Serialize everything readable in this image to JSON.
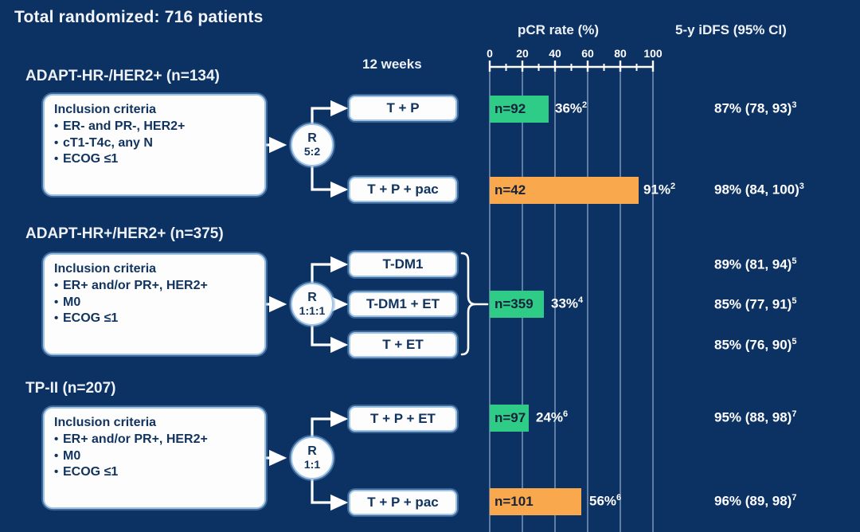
{
  "header": {
    "total_randomized": "Total randomized: 716 patients",
    "weeks_label": "12 weeks",
    "pcr_header": "pCR rate (%)",
    "idfs_header": "5-y iDFS (95% CI)"
  },
  "colors": {
    "background": "#0c3163",
    "green_bar": "#2ecc87",
    "orange_bar": "#f9a84d",
    "box_fill": "#fdfdfd",
    "box_border": "#9fc4e6",
    "box_text": "#10335f",
    "text": "#ffffff"
  },
  "axis": {
    "ticks": [
      "0",
      "20",
      "40",
      "60",
      "80",
      "100"
    ],
    "min": 0,
    "max": 100,
    "minor_step": 10,
    "major_step": 20
  },
  "sections": [
    {
      "title": "ADAPT-HR-/HER2+ (n=134)",
      "criteria_title": "Inclusion criteria",
      "criteria": [
        "ER- and PR-, HER2+",
        "cT1-T4c, any N",
        "ECOG ≤1"
      ],
      "randomization": {
        "letter": "R",
        "ratio": "5:2"
      },
      "arms": [
        {
          "label": "T + P",
          "idfs": "87% (78, 93)",
          "idfs_sup": "3"
        },
        {
          "label": "T + P + pac",
          "idfs": "98% (84, 100)",
          "idfs_sup": "3"
        }
      ],
      "bars": [
        {
          "n_label": "n=92",
          "value": 36,
          "pct_label": "36%",
          "pct_sup": "2",
          "color": "green"
        },
        {
          "n_label": "n=42",
          "value": 91,
          "pct_label": "91%",
          "pct_sup": "2",
          "color": "orange"
        }
      ]
    },
    {
      "title": "ADAPT-HR+/HER2+ (n=375)",
      "criteria_title": "Inclusion criteria",
      "criteria": [
        "ER+ and/or PR+, HER2+",
        "M0",
        "ECOG ≤1"
      ],
      "randomization": {
        "letter": "R",
        "ratio": "1:1:1"
      },
      "arms": [
        {
          "label": "T-DM1",
          "idfs": "89% (81, 94)",
          "idfs_sup": "5"
        },
        {
          "label": "T-DM1 + ET",
          "idfs": "85% (77, 91)",
          "idfs_sup": "5"
        },
        {
          "label": "T + ET",
          "idfs": "85% (76, 90)",
          "idfs_sup": "5"
        }
      ],
      "bars": [
        {
          "n_label": "n=359",
          "value": 33,
          "pct_label": "33%",
          "pct_sup": "4",
          "color": "green"
        }
      ]
    },
    {
      "title": "TP-II (n=207)",
      "criteria_title": "Inclusion criteria",
      "criteria": [
        "ER+ and/or PR+, HER2+",
        "M0",
        "ECOG ≤1"
      ],
      "randomization": {
        "letter": "R",
        "ratio": "1:1"
      },
      "arms": [
        {
          "label": "T + P + ET",
          "idfs": "95% (88, 98)",
          "idfs_sup": "7"
        },
        {
          "label": "T + P + pac",
          "idfs": "96% (89, 98)",
          "idfs_sup": "7"
        }
      ],
      "bars": [
        {
          "n_label": "n=97",
          "value": 24,
          "pct_label": "24%",
          "pct_sup": "6",
          "color": "green"
        },
        {
          "n_label": "n=101",
          "value": 56,
          "pct_label": "56%",
          "pct_sup": "6",
          "color": "orange"
        }
      ]
    }
  ],
  "chart_data": {
    "type": "bar",
    "title": "pCR rate (%)",
    "xlabel": "pCR rate (%)",
    "ylabel": "",
    "xlim": [
      0,
      100
    ],
    "grid": true,
    "orientation": "horizontal",
    "categories": [
      "T + P",
      "T + P + pac",
      "T-DM1 / T-DM1 + ET / T + ET",
      "T + P + ET",
      "T + P + pac"
    ],
    "values": [
      36,
      91,
      33,
      24,
      56
    ],
    "point_labels": [
      "n=92",
      "n=42",
      "n=359",
      "n=97",
      "n=101"
    ],
    "value_labels": [
      "36%",
      "91%",
      "33%",
      "24%",
      "56%"
    ],
    "footnote_markers": [
      "2",
      "2",
      "4",
      "6",
      "6"
    ],
    "colors": [
      "#2ecc87",
      "#f9a84d",
      "#2ecc87",
      "#2ecc87",
      "#f9a84d"
    ],
    "secondary_series": {
      "name": "5-y iDFS (95% CI)",
      "entries": [
        {
          "arm": "T + P",
          "value": 87,
          "ci": [
            78,
            93
          ],
          "text": "87% (78, 93)",
          "sup": "3"
        },
        {
          "arm": "T + P + pac",
          "value": 98,
          "ci": [
            84,
            100
          ],
          "text": "98% (84, 100)",
          "sup": "3"
        },
        {
          "arm": "T-DM1",
          "value": 89,
          "ci": [
            81,
            94
          ],
          "text": "89% (81, 94)",
          "sup": "5"
        },
        {
          "arm": "T-DM1 + ET",
          "value": 85,
          "ci": [
            77,
            91
          ],
          "text": "85% (77, 91)",
          "sup": "5"
        },
        {
          "arm": "T + ET",
          "value": 85,
          "ci": [
            76,
            90
          ],
          "text": "85% (76, 90)",
          "sup": "5"
        },
        {
          "arm": "T + P + ET",
          "value": 95,
          "ci": [
            88,
            98
          ],
          "text": "95% (88, 98)",
          "sup": "7"
        },
        {
          "arm": "T + P + pac",
          "value": 96,
          "ci": [
            89,
            98
          ],
          "text": "96% (89, 98)",
          "sup": "7"
        }
      ]
    }
  }
}
